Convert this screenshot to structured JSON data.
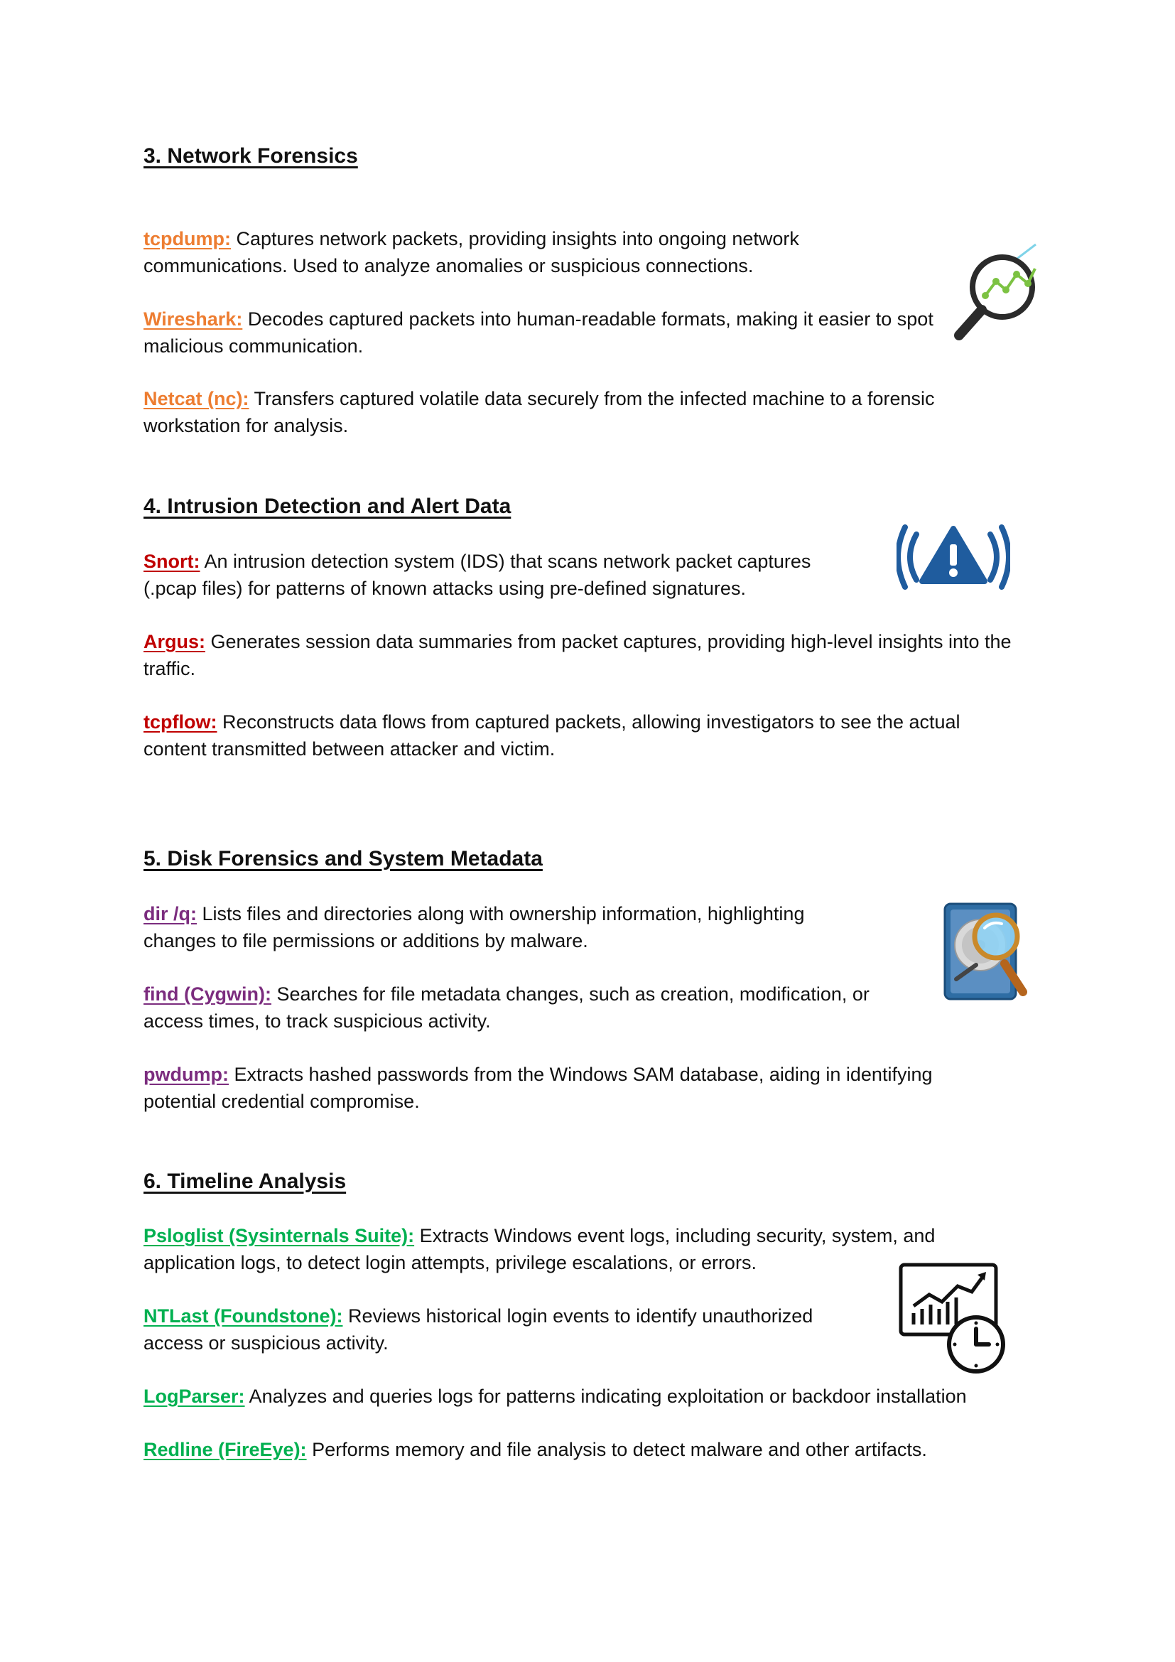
{
  "colors": {
    "network": "#ED7D31",
    "intrusion": "#C00000",
    "disk": "#7B2C7E",
    "timeline": "#00B050"
  },
  "sections": [
    {
      "heading": "3. Network Forensics",
      "icon": "magnifier-chart-icon",
      "items": [
        {
          "tool": "tcpdump:",
          "text": " Captures network packets, providing insights into ongoing network communications. Used to analyze anomalies or suspicious connections."
        },
        {
          "tool": "Wireshark:",
          "text": " Decodes captured packets into human-readable formats, making it easier to spot malicious communication."
        },
        {
          "tool": "Netcat (nc):",
          "text": " Transfers captured volatile data securely from the infected machine to a forensic workstation for analysis."
        }
      ]
    },
    {
      "heading": "4. Intrusion Detection and Alert Data",
      "icon": "alert-signal-icon",
      "items": [
        {
          "tool": "Snort:",
          "text": " An intrusion detection system (IDS) that scans network packet captures (.pcap files) for patterns of known attacks using pre-defined signatures."
        },
        {
          "tool": "Argus:",
          "text": " Generates session data summaries from packet captures, providing high-level insights into the traffic."
        },
        {
          "tool": "tcpflow:",
          "text": " Reconstructs data flows from captured packets, allowing investigators to see the actual content transmitted between attacker and victim."
        }
      ]
    },
    {
      "heading": "5. Disk Forensics and System Metadata",
      "icon": "hard-drive-search-icon",
      "items": [
        {
          "tool": "dir /q:",
          "text": " Lists files and directories along with ownership information, highlighting changes to file permissions or additions by malware."
        },
        {
          "tool": "find (Cygwin):",
          "text": " Searches for file metadata changes, such as creation, modification, or access times, to track suspicious activity."
        },
        {
          "tool": "pwdump:",
          "text": " Extracts hashed passwords from the Windows SAM database, aiding in identifying potential credential compromise."
        }
      ]
    },
    {
      "heading": "6. Timeline Analysis",
      "icon": "chart-clock-icon",
      "items": [
        {
          "tool": "Psloglist (Sysinternals Suite):",
          "text": " Extracts Windows event logs, including security, system, and application logs, to detect login attempts, privilege escalations, or errors."
        },
        {
          "tool": "NTLast (Foundstone):",
          "text": " Reviews historical login events to identify unauthorized access or suspicious activity."
        },
        {
          "tool": "LogParser:",
          "text": " Analyzes and queries logs for patterns indicating exploitation or backdoor installation"
        },
        {
          "tool": "Redline (FireEye):",
          "text": " Performs memory and file analysis to detect malware and other artifacts."
        }
      ]
    }
  ]
}
